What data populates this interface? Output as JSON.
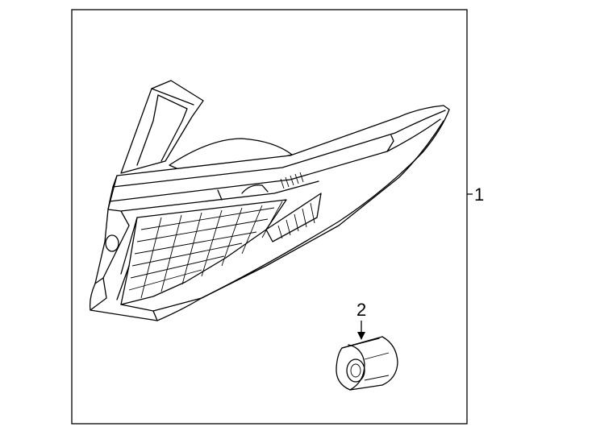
{
  "callouts": [
    {
      "id": "1",
      "label": "1",
      "part": "tail-lamp-assembly"
    },
    {
      "id": "2",
      "label": "2",
      "part": "socket-bushing"
    }
  ]
}
